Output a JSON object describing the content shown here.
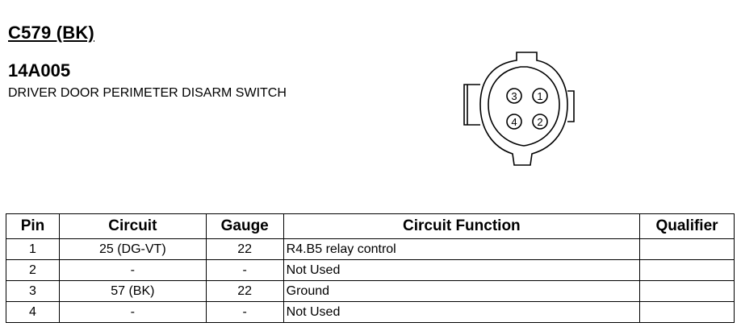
{
  "connector": {
    "id": "C579 (BK)",
    "part_number": "14A005",
    "description": "DRIVER DOOR PERIMETER DISARM SWITCH",
    "pin_labels": [
      "1",
      "2",
      "3",
      "4"
    ]
  },
  "table": {
    "headers": [
      "Pin",
      "Circuit",
      "Gauge",
      "Circuit Function",
      "Qualifier"
    ],
    "rows": [
      {
        "pin": "1",
        "circuit": "25 (DG-VT)",
        "gauge": "22",
        "function": "R4.B5 relay control",
        "qualifier": ""
      },
      {
        "pin": "2",
        "circuit": "-",
        "gauge": "-",
        "function": "Not Used",
        "qualifier": ""
      },
      {
        "pin": "3",
        "circuit": "57 (BK)",
        "gauge": "22",
        "function": "Ground",
        "qualifier": ""
      },
      {
        "pin": "4",
        "circuit": "-",
        "gauge": "-",
        "function": "Not Used",
        "qualifier": ""
      }
    ]
  }
}
